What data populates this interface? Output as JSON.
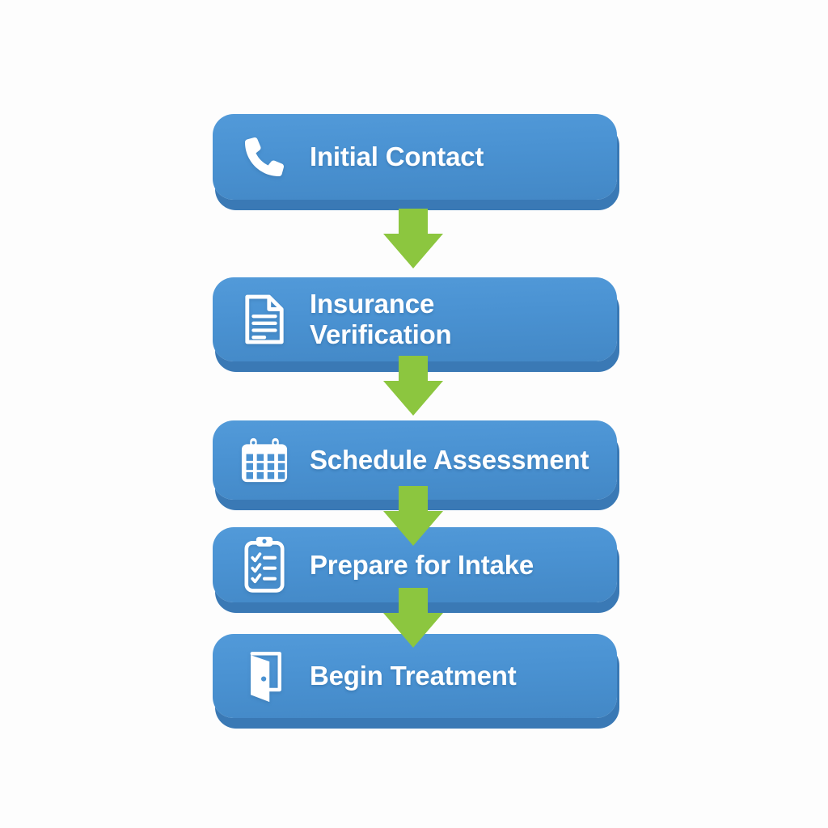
{
  "colors": {
    "accent_blue": "#4A92D2",
    "bevel_blue": "#3A79B5",
    "arrow_green": "#8CC63F",
    "label_text": "#FFFFFF",
    "background": "#FDFDFD"
  },
  "flow": {
    "steps": [
      {
        "label": "Initial Contact",
        "icon": "phone-icon",
        "label_lines": [
          "Initial Contact"
        ]
      },
      {
        "label": "Insurance Verification",
        "icon": "document-icon",
        "label_lines": [
          "Insurance",
          "Verification"
        ]
      },
      {
        "label": "Schedule Assessment",
        "icon": "calendar-icon",
        "label_lines": [
          "Schedule Assessment"
        ]
      },
      {
        "label": "Prepare for Intake",
        "icon": "clipboard-icon",
        "label_lines": [
          "Prepare for Intake"
        ]
      },
      {
        "label": "Begin Treatment",
        "icon": "door-icon",
        "label_lines": [
          "Begin Treatment"
        ]
      }
    ],
    "connectors": {
      "type": "arrow-down",
      "count": 4
    }
  }
}
